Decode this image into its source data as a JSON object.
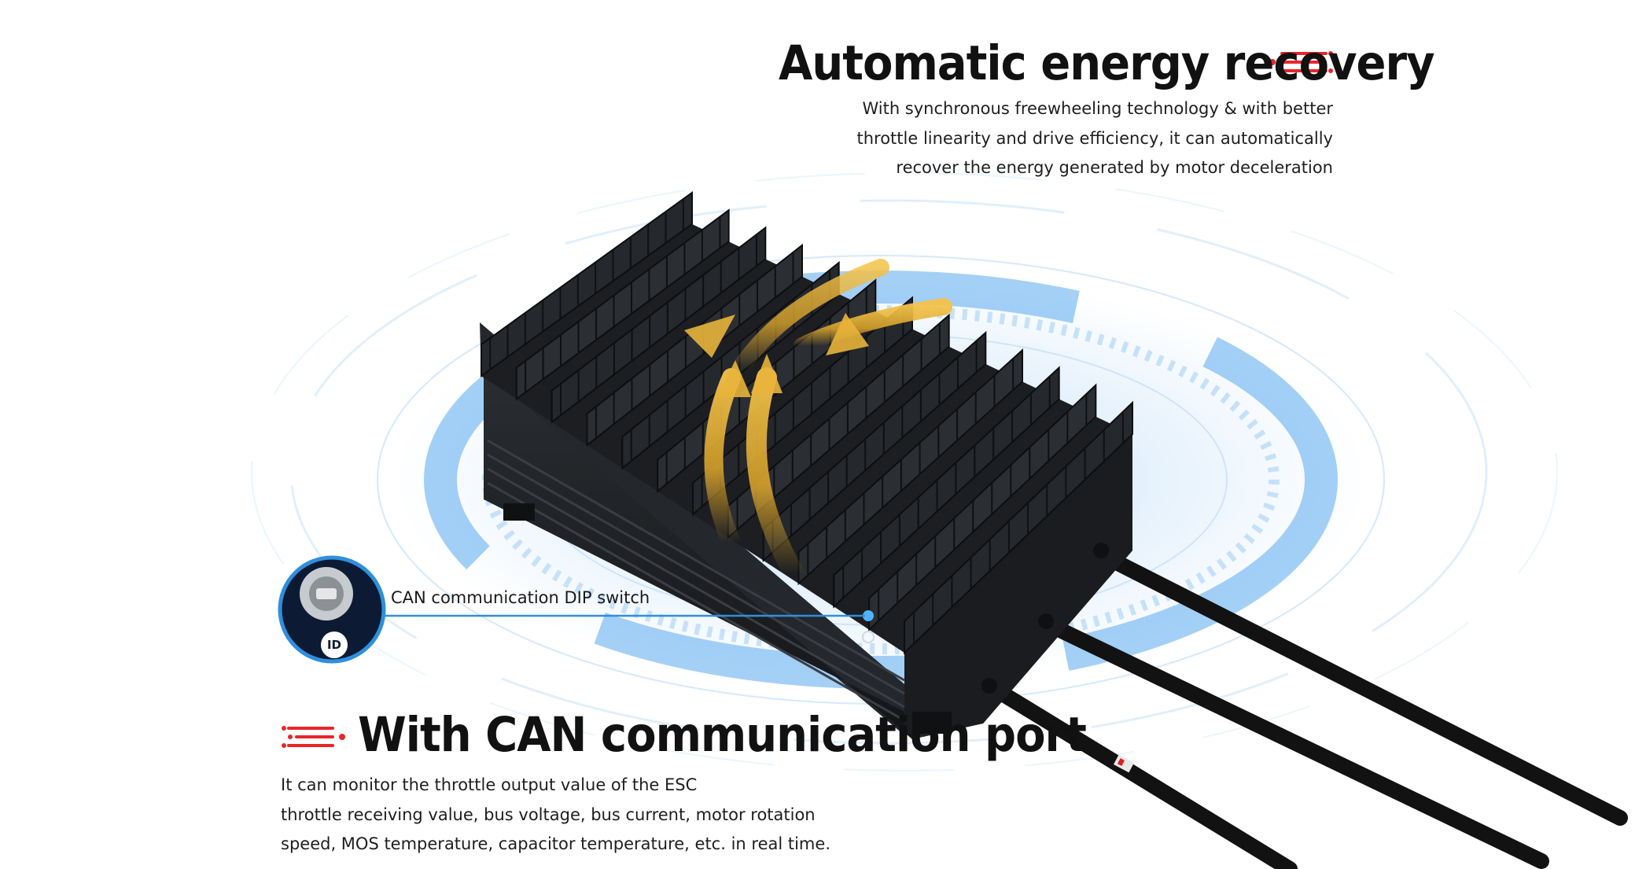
{
  "energy": {
    "title": "Automatic energy recovery",
    "lines": [
      "With synchronous freewheeling technology & with better",
      "throttle linearity and drive efficiency, it can automatically",
      "recover the energy generated by motor deceleration"
    ]
  },
  "can": {
    "title": "With CAN communication port",
    "lines": [
      "It can monitor the throttle output value of the ESC",
      "throttle receiving value, bus voltage, bus current, motor rotation",
      "speed, MOS temperature, capacitor temperature, etc. in real time."
    ],
    "callout_label": "CAN communication DIP switch",
    "id_badge": "ID"
  },
  "colors": {
    "accent_red": "#e8262a",
    "heat_arrow": "#e0a92a",
    "tech_blue": "#2f8fde",
    "housing": "#1d1f22"
  }
}
